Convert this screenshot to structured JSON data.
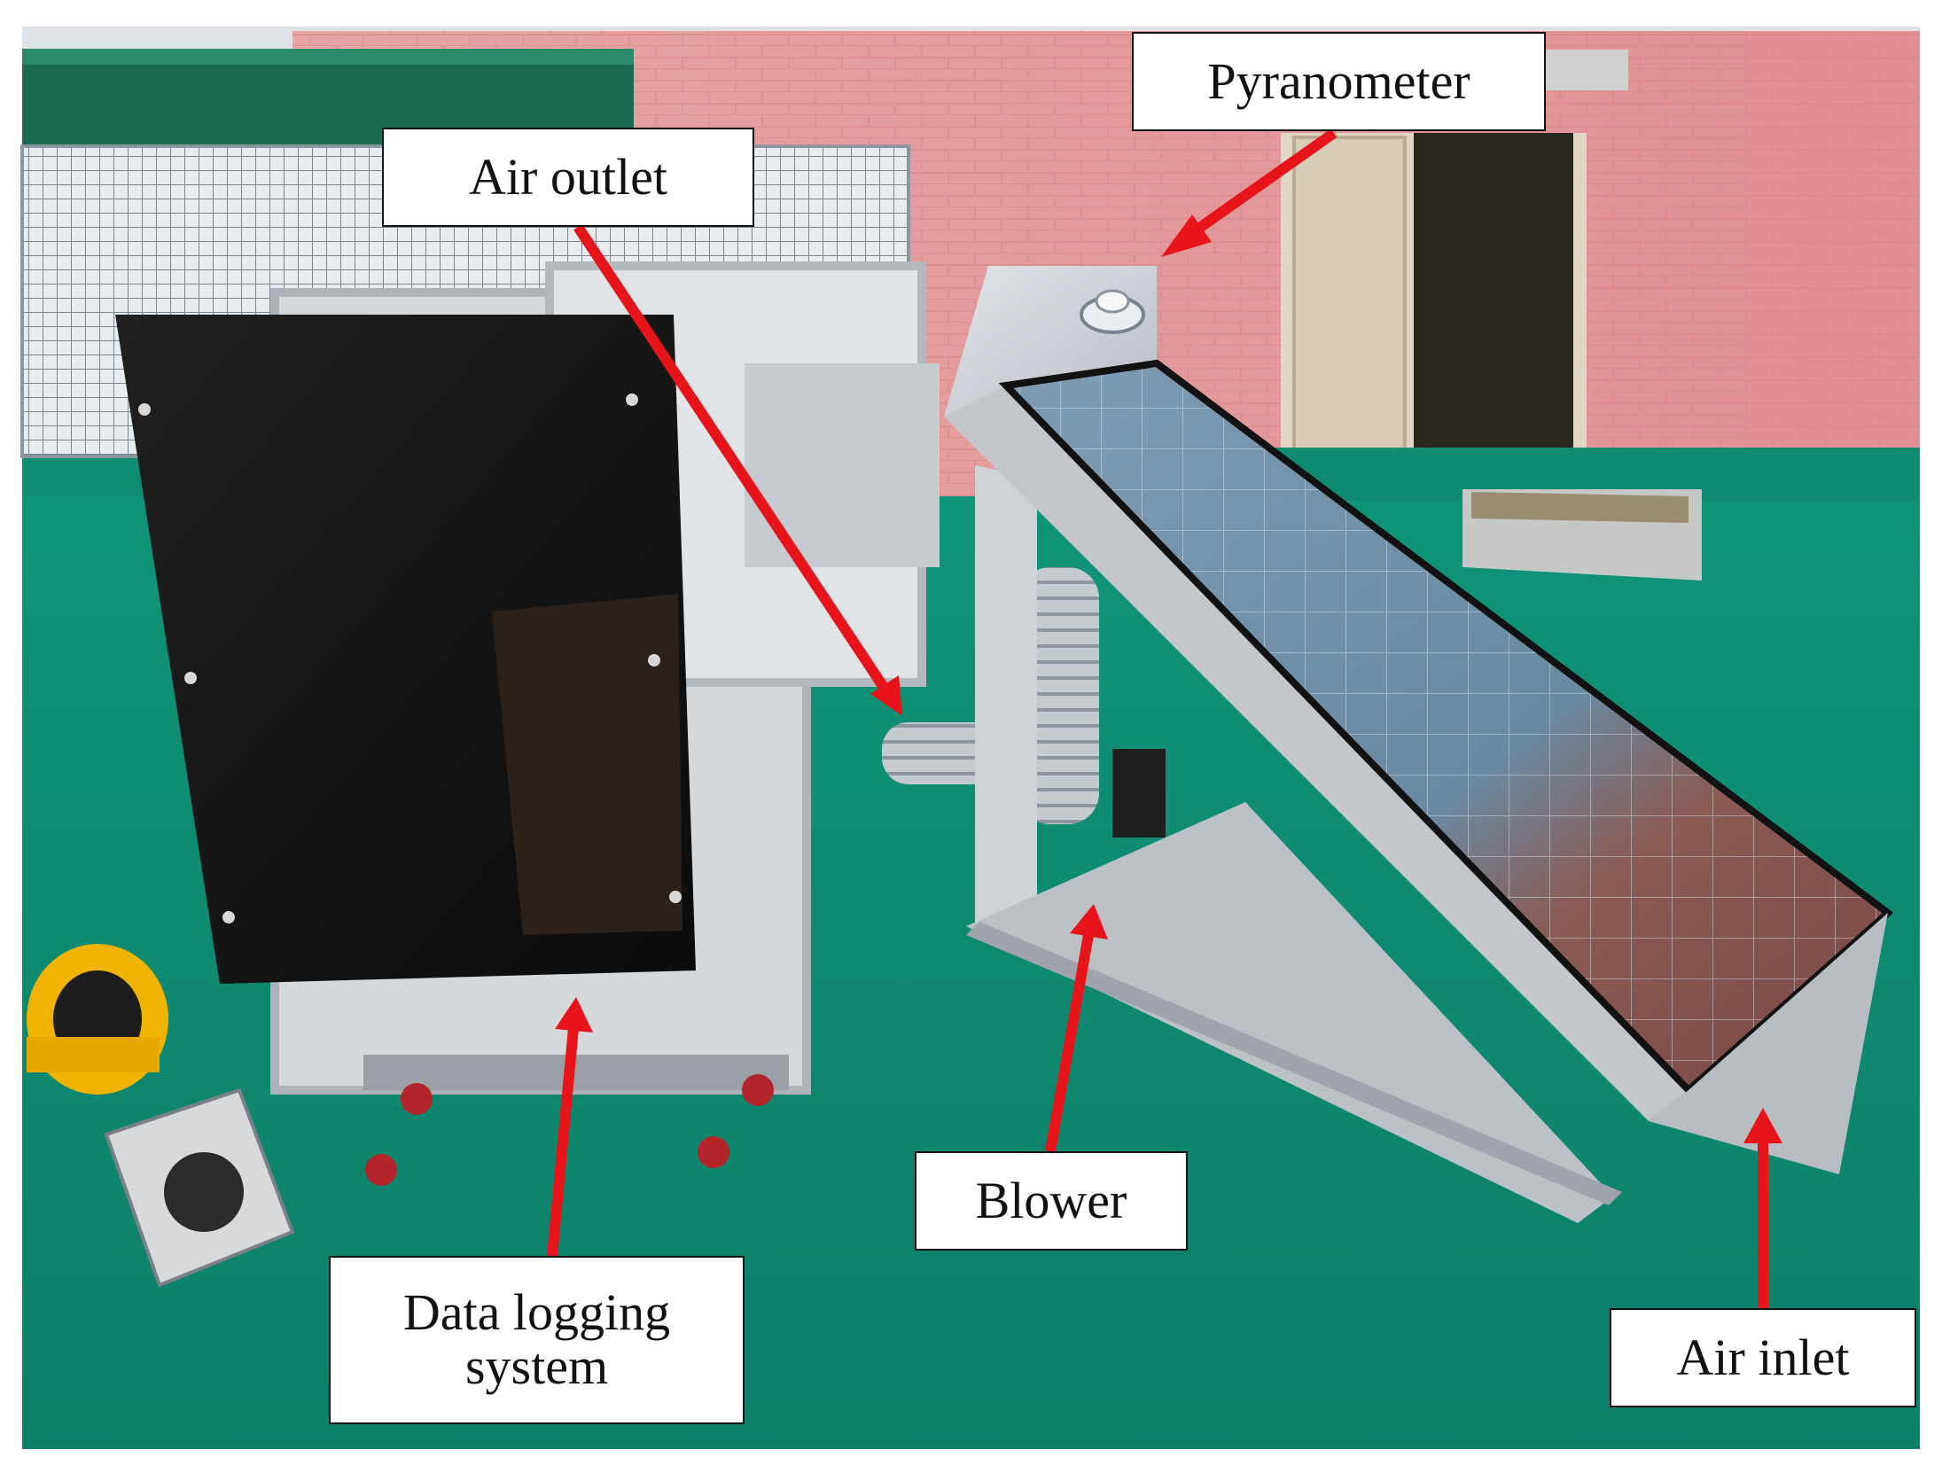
{
  "figure": {
    "description_type": "annotated photograph",
    "labels": {
      "pyranometer": "Pyranometer",
      "air_outlet": "Air outlet",
      "blower": "Blower",
      "data_logging_line1": "Data logging",
      "data_logging_line2": "system",
      "air_inlet": "Air inlet"
    },
    "colors": {
      "ground": "#0f8a73",
      "wall": "#e39a9b",
      "arrow": "#e8141c",
      "panel_blue": "#6f8fa6",
      "panel_red": "#8c4f49",
      "cabinet": "#1a1a1a",
      "frame": "#c9ccd0"
    }
  }
}
